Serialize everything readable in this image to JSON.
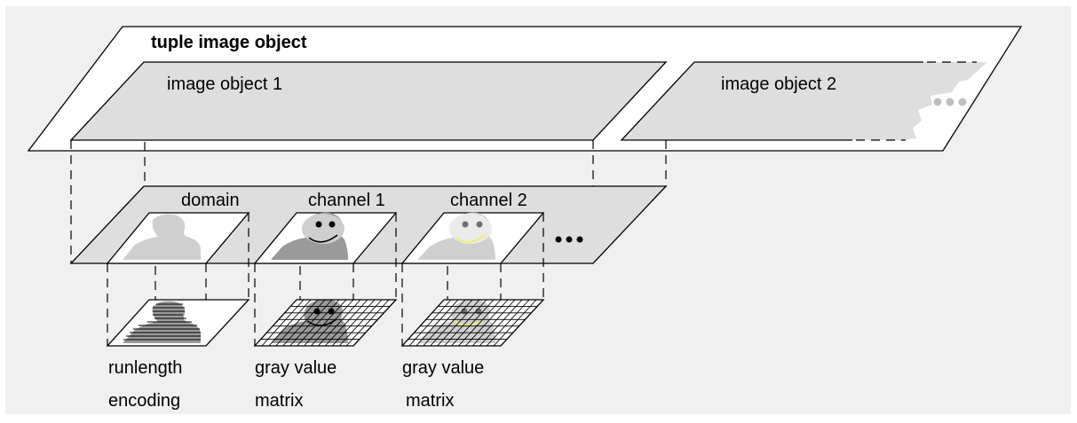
{
  "diagram": {
    "tuple_title": "tuple image object",
    "objects": [
      {
        "label": "image object 1"
      },
      {
        "label": "image object 2"
      }
    ],
    "parts": [
      {
        "label": "domain",
        "caption_line1": "runlength",
        "caption_line2": "encoding"
      },
      {
        "label": "channel 1",
        "caption_line1": "gray value",
        "caption_line2": "matrix"
      },
      {
        "label": "channel 2",
        "caption_line1": "gray value",
        "caption_line2": "matrix"
      }
    ],
    "colors": {
      "background": "#f0f0f0",
      "plane_gray": "#dedede",
      "shape_light": "#cfcfcf",
      "shape_dark": "#9a9a9a",
      "smile_yellow": "#f2ec6a",
      "ellipsis_light": "#c0c0c0"
    }
  }
}
